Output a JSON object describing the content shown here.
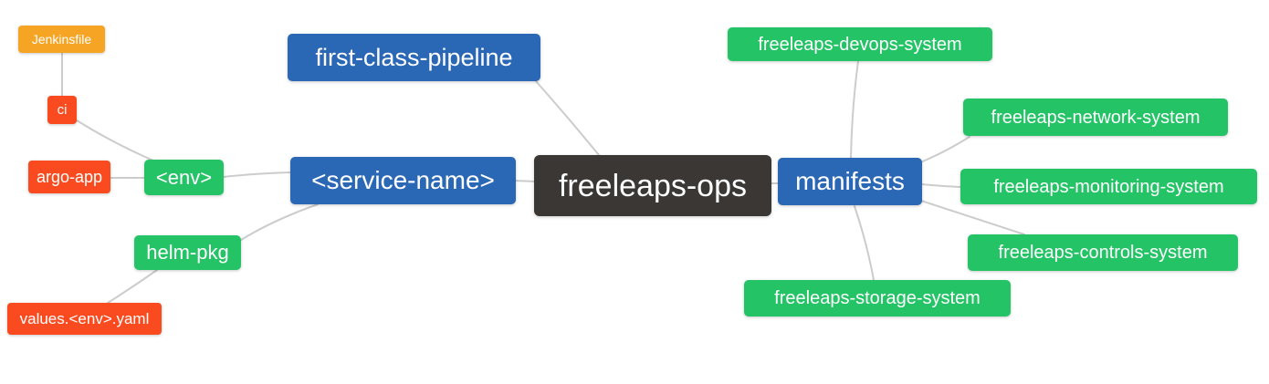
{
  "diagram": {
    "type": "mindmap",
    "background": "#ffffff",
    "line_color": "#cccccc",
    "palette": {
      "blue": "#2a67b5",
      "green": "#23c366",
      "red": "#f94b1f",
      "orange": "#f6a423",
      "dark": "#3b3735",
      "text": "#ffffff"
    },
    "root": {
      "label": "freeleaps-ops"
    },
    "nodes": {
      "jenkinsfile": {
        "label": "Jenkinsfile"
      },
      "ci": {
        "label": "ci"
      },
      "argo_app": {
        "label": "argo-app"
      },
      "env": {
        "label": "<env>"
      },
      "helm_pkg": {
        "label": "helm-pkg"
      },
      "values_env_yaml": {
        "label": "values.<env>.yaml"
      },
      "first_class_pipeline": {
        "label": "first-class-pipeline"
      },
      "service_name": {
        "label": "<service-name>"
      },
      "freeleaps_ops": {
        "label": "freeleaps-ops"
      },
      "manifests": {
        "label": "manifests"
      },
      "devops_system": {
        "label": "freeleaps-devops-system"
      },
      "network_system": {
        "label": "freeleaps-network-system"
      },
      "monitoring_system": {
        "label": "freeleaps-monitoring-system"
      },
      "controls_system": {
        "label": "freeleaps-controls-system"
      },
      "storage_system": {
        "label": "freeleaps-storage-system"
      }
    },
    "edges": [
      [
        "jenkinsfile",
        "ci"
      ],
      [
        "ci",
        "env"
      ],
      [
        "argo_app",
        "env"
      ],
      [
        "env",
        "service_name"
      ],
      [
        "helm_pkg",
        "service_name"
      ],
      [
        "values_env_yaml",
        "helm_pkg"
      ],
      [
        "first_class_pipeline",
        "freeleaps_ops"
      ],
      [
        "service_name",
        "freeleaps_ops"
      ],
      [
        "freeleaps_ops",
        "manifests"
      ],
      [
        "manifests",
        "devops_system"
      ],
      [
        "manifests",
        "network_system"
      ],
      [
        "manifests",
        "monitoring_system"
      ],
      [
        "manifests",
        "controls_system"
      ],
      [
        "manifests",
        "storage_system"
      ]
    ]
  }
}
